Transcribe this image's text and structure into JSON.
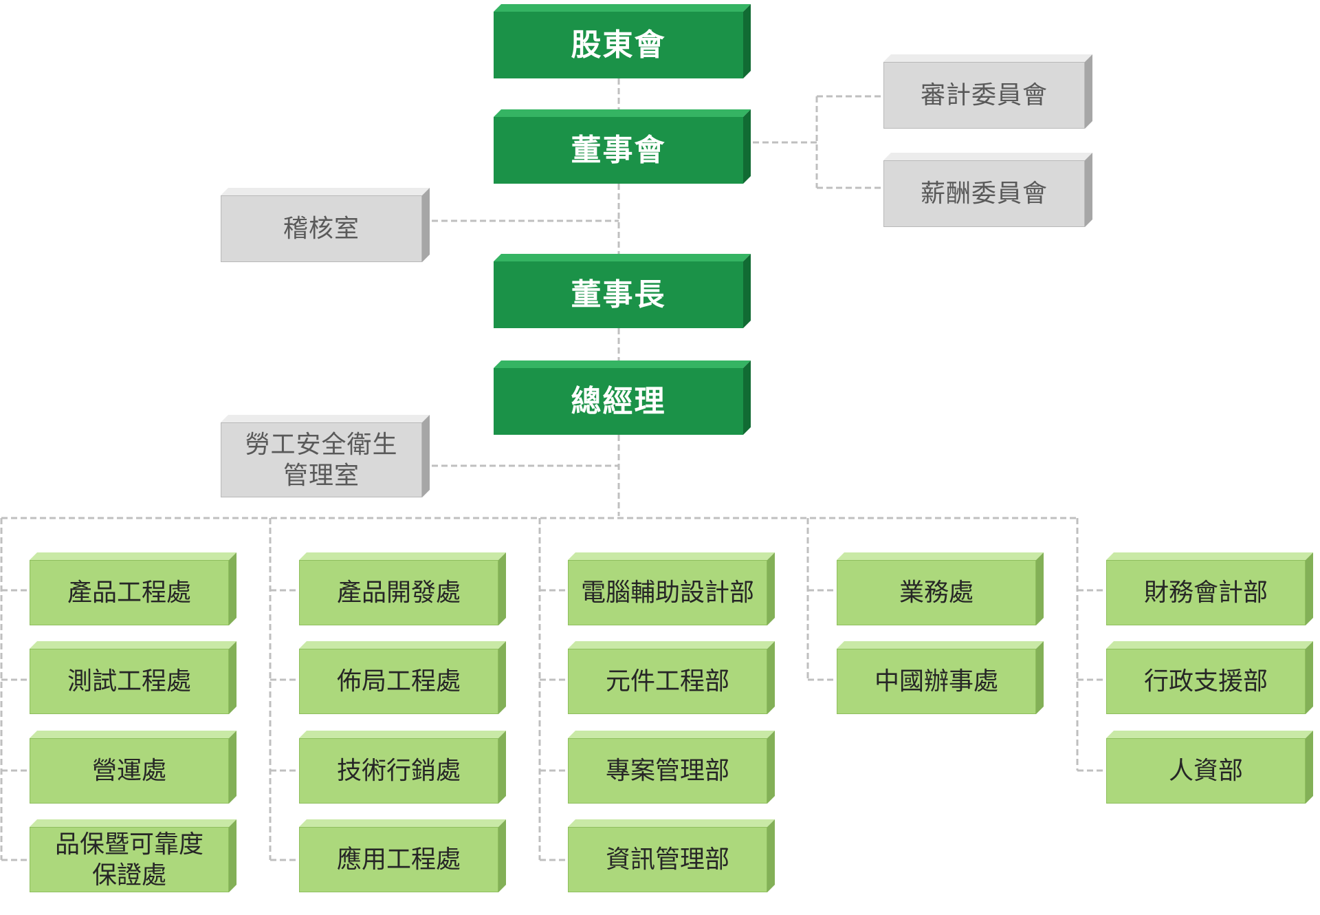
{
  "executive": {
    "shareholders": "股東會",
    "board": "董事會",
    "chairman": "董事長",
    "president": "總經理"
  },
  "board_committees": [
    "審計委員會",
    "薪酬委員會"
  ],
  "staff_units": {
    "audit_office": "稽核室",
    "safety_office": [
      "勞工安全衛生",
      "管理室"
    ]
  },
  "departments": [
    [
      "產品工程處",
      "測試工程處",
      "營運處",
      [
        "品保暨可靠度",
        "保證處"
      ]
    ],
    [
      "產品開發處",
      "佈局工程處",
      "技術行銷處",
      "應用工程處"
    ],
    [
      "電腦輔助設計部",
      "元件工程部",
      "專案管理部",
      "資訊管理部"
    ],
    [
      "業務處",
      "中國辦事處"
    ],
    [
      "財務會計部",
      "行政支援部",
      "人資部"
    ]
  ],
  "colors": {
    "executive": "#1b9248",
    "committee": "#d9d9d9",
    "department": "#acd87c",
    "connector": "#bfbfbf"
  }
}
